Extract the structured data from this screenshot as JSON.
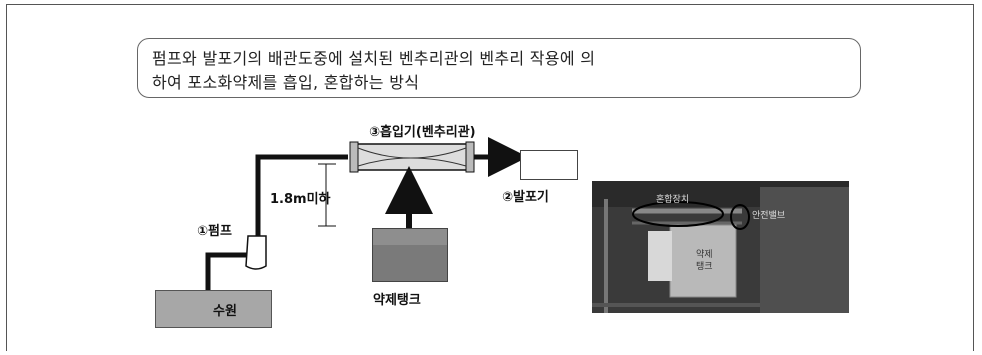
{
  "description": {
    "line1": "펌프와 발포기의 배관도중에 설치된 벤추리관의 벤추리 작용에 의",
    "line2": "하여 포소화약제를 흡입, 혼합하는 방식"
  },
  "labels": {
    "inductor": "③흡입기(벤추리관)",
    "height": "1.8m미하",
    "pump": "①펌프",
    "foam_maker": "②발포기",
    "tank": "약제탱크",
    "water_source": "수원"
  },
  "photo_labels": {
    "mixing_device": "혼합장치",
    "safety_valve": "안전밸브",
    "tank_label_1": "약제",
    "tank_label_2": "탱크"
  }
}
